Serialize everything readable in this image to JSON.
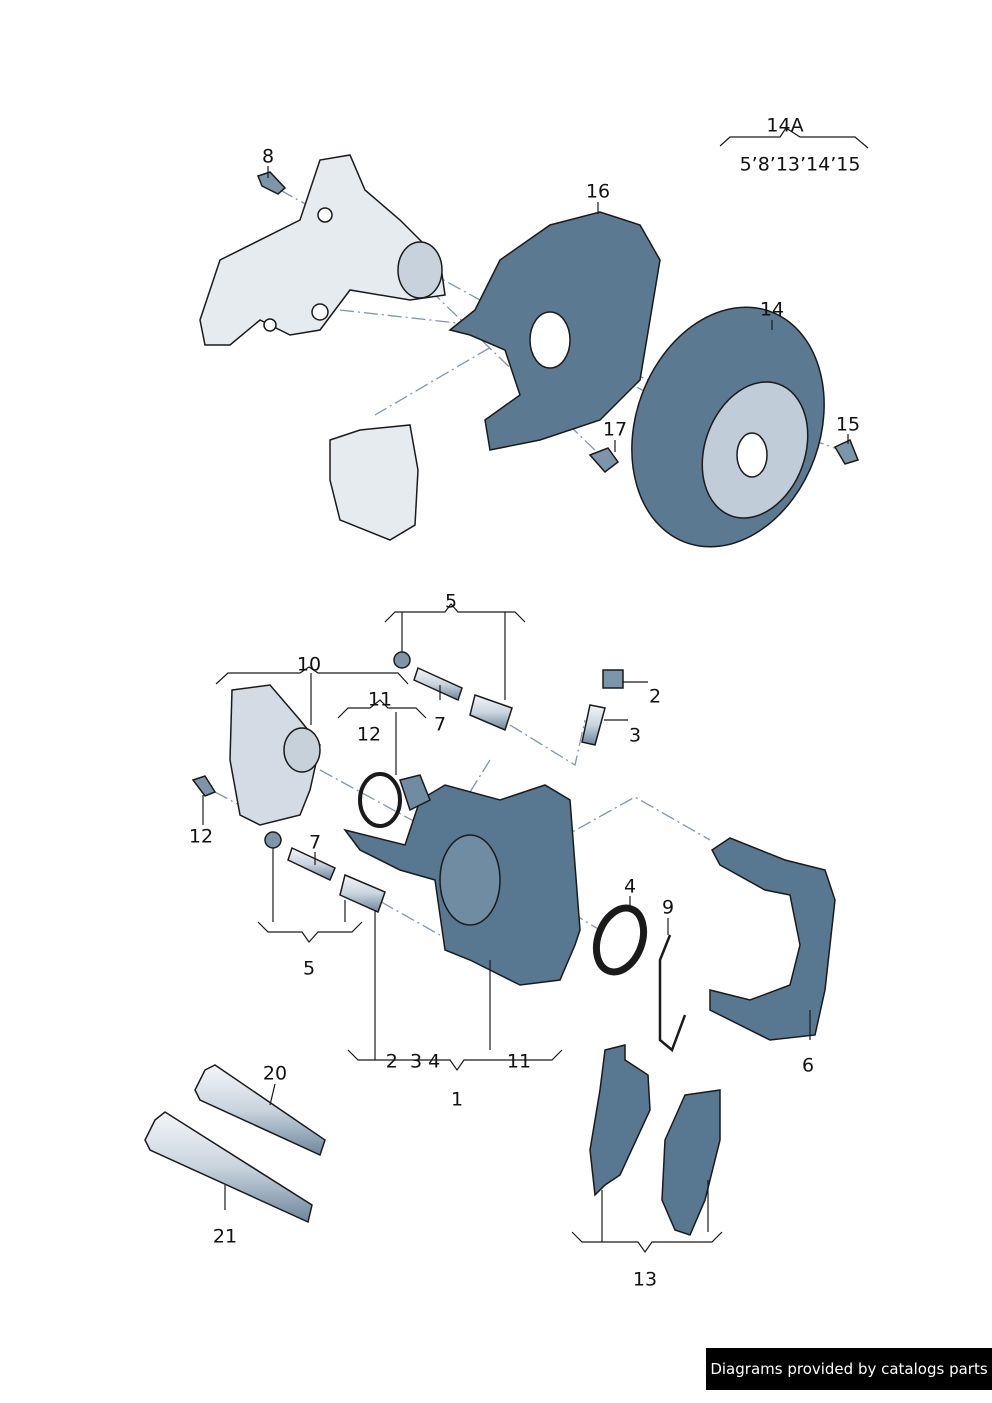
{
  "diagram": {
    "callouts": {
      "c8": "8",
      "c14A": "14A",
      "c14A_contents": "5’8’13’14’15",
      "c16": "16",
      "c14": "14",
      "c15": "15",
      "c17": "17",
      "c5_top": "5",
      "c10": "10",
      "c11_top": "11",
      "c7_top": "7",
      "c12_top": "12",
      "c2": "2",
      "c3": "3",
      "c12_left": "12",
      "c7_left": "7",
      "c4": "4",
      "c9": "9",
      "c5_bottom": "5",
      "c234": "2  3 4",
      "c11_bottom": "11",
      "c1": "1",
      "c6": "6",
      "c20": "20",
      "c21": "21",
      "c13": "13"
    },
    "colors": {
      "part_fill": "#5b7a92",
      "part_light": "#dfe6ec",
      "leader": "#7e97ab"
    }
  },
  "footer": {
    "text": "Diagrams provided by catalogs parts"
  }
}
